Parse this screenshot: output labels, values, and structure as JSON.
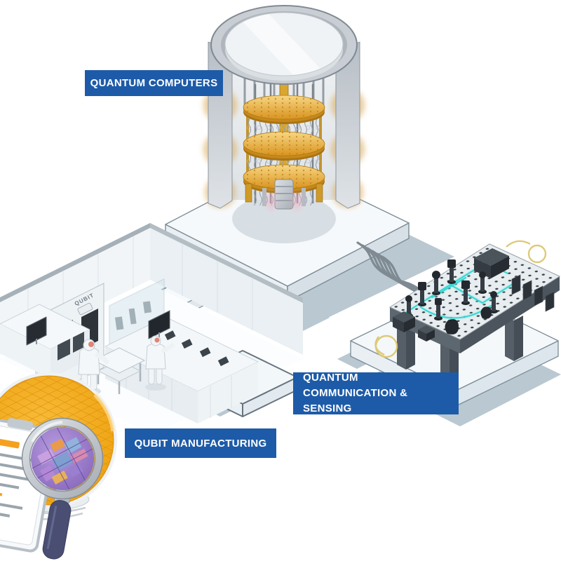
{
  "labels": {
    "quantum_computers": "QUANTUM COMPUTERS",
    "quantum_communication_sensing": "QUANTUM COMMUNICATION & SENSING",
    "qubit_manufacturing": "QUBIT MANUFACTURING"
  },
  "machine_text": "QUBIT",
  "colors": {
    "label_blue": "#1d5ba8",
    "label_text": "#ffffff",
    "chandelier_gold": "#dfa02b",
    "laser_beam_cyan": "#2fd6d2",
    "fiber_yellow": "#ddc873",
    "wafer_orange": "#f2a714",
    "magnifier_handle_purple": "#4a4e72",
    "shadow_gray_blue": "#b9c8d1",
    "optical_table_gray": "#5d6770"
  }
}
